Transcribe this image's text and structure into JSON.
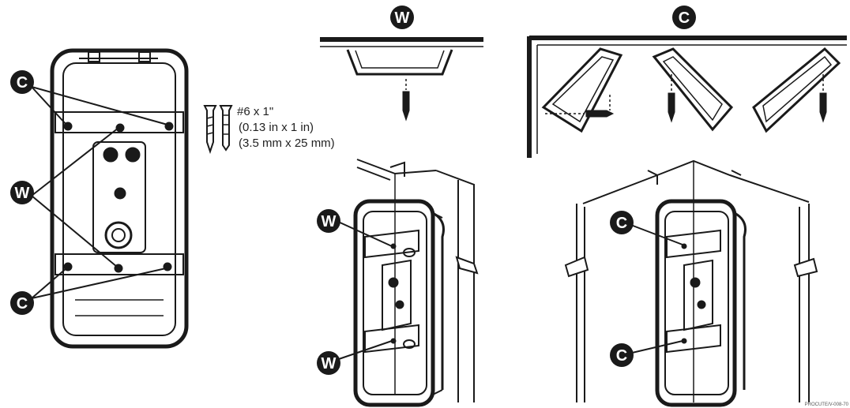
{
  "labels": {
    "wall": "W",
    "corner": "C"
  },
  "screw_spec": {
    "size": "#6 x 1\"",
    "imperial": "(0.13 in x 1 in)",
    "metric": "(3.5 mm x 25 mm)"
  },
  "figure_code": "PROCUTE/V-008-70",
  "colors": {
    "ink": "#1a1a1a",
    "badge_fill": "#1a1a1a",
    "badge_text": "#ffffff",
    "background": "#ffffff"
  }
}
